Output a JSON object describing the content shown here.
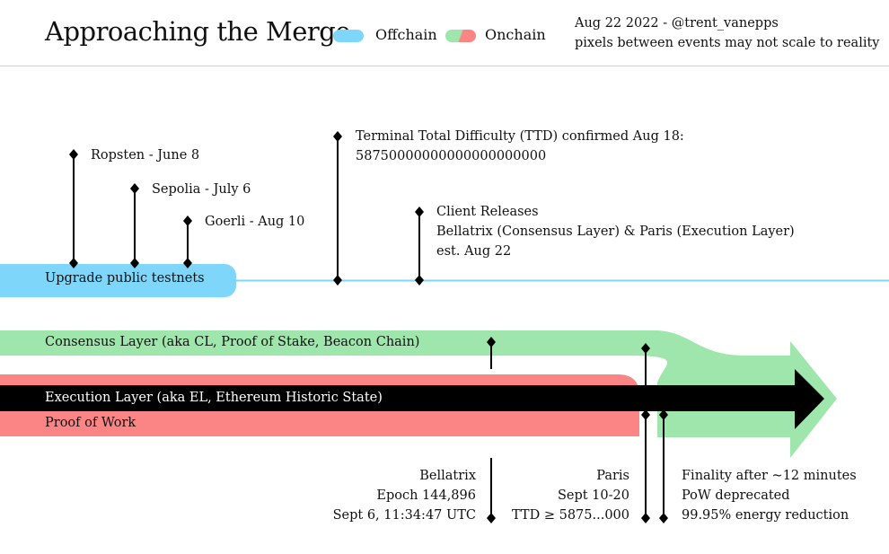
{
  "header": {
    "title": "Approaching the Merge",
    "legend": [
      {
        "label": "Offchain",
        "color": "#7fd6fb"
      },
      {
        "label": "Onchain",
        "colors": [
          "#9ee6ac",
          "#fb8585"
        ]
      }
    ],
    "note_line1": "Aug 22 2022 - @trent_vanepps",
    "note_line2": "pixels between events may not scale to reality"
  },
  "colors": {
    "offchain": "#7fd6fb",
    "consensus": "#9ee6ac",
    "pow": "#fb8585",
    "execution": "#000000"
  },
  "lanes": {
    "testnets": "Upgrade public testnets",
    "consensus": "Consensus Layer (aka CL, Proof of Stake, Beacon Chain)",
    "execution": "Execution Layer (aka EL, Ethereum Historic State)",
    "pow": "Proof of Work"
  },
  "events_upper": {
    "ropsten": "Ropsten - June 8",
    "sepolia": "Sepolia - July 6",
    "goerli": "Goerli - Aug 10",
    "ttd_line1": "Terminal Total Difficulty (TTD) confirmed Aug 18:",
    "ttd_line2": "58750000000000000000000",
    "client_line1": "Client Releases",
    "client_line2": "Bellatrix (Consensus Layer) & Paris (Execution Layer)",
    "client_line3": "est. Aug 22"
  },
  "events_lower": {
    "bellatrix": [
      "Bellatrix",
      "Epoch 144,896",
      "Sept 6, 11:34:47 UTC"
    ],
    "paris": [
      "Paris",
      "Sept 10-20",
      "TTD ≥ 5875...000"
    ],
    "finality": [
      "Finality after ~12 minutes",
      "PoW deprecated",
      "99.95% energy reduction"
    ]
  }
}
